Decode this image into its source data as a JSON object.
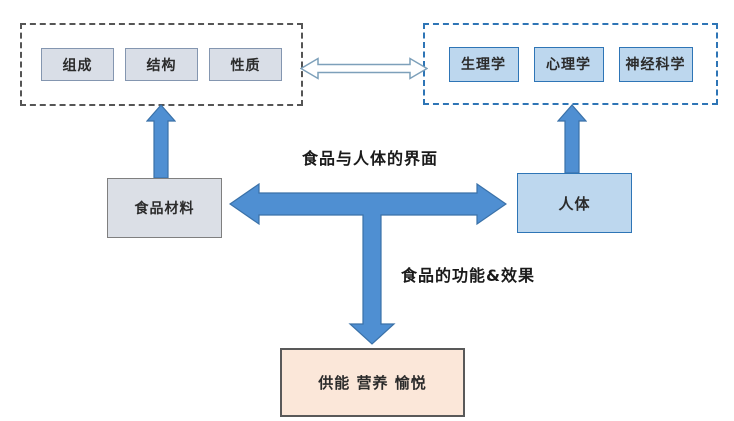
{
  "diagram": {
    "left_group": {
      "items": [
        "组成",
        "结构",
        "性质"
      ]
    },
    "right_group": {
      "items": [
        "生理学",
        "心理学",
        "神经科学"
      ]
    },
    "nodes": {
      "food_material": "食品材料",
      "human_body": "人体",
      "outcomes": "供能 营养 愉悦"
    },
    "labels": {
      "interface": "食品与人体的界面",
      "functions": "食品的功能&效果"
    },
    "colors": {
      "arrow_fill": "#4f8fd2",
      "arrow_stroke": "#3a71a8",
      "hollow_arrow_stroke": "#7da0ba",
      "blue_box_fill": "#bdd7ee",
      "blue_box_border": "#2e75b6",
      "gray_box_fill": "#d9dee7",
      "gray_box_border": "#8496b0",
      "food_box_fill": "#dbdfe6",
      "food_box_border": "#7f7f7f",
      "outcome_box_fill": "#fbe7d9",
      "outcome_box_border": "#595959",
      "left_group_border": "#555555",
      "right_group_border": "#2e75b6",
      "background": "#ffffff"
    }
  }
}
